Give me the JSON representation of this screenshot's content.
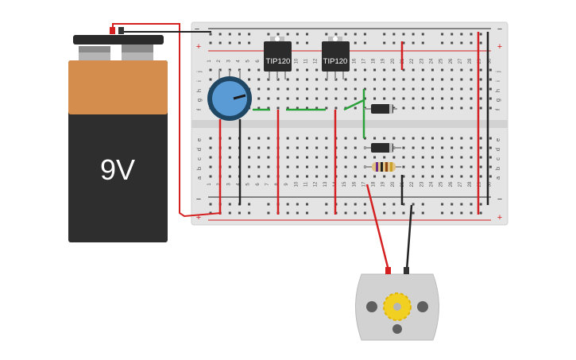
{
  "battery": {
    "label": "9V"
  },
  "transistors": [
    {
      "label": "TIP120"
    },
    {
      "label": "TIP120"
    }
  ],
  "breadboard": {
    "columns": [
      "1",
      "2",
      "3",
      "4",
      "5",
      "6",
      "7",
      "8",
      "9",
      "10",
      "11",
      "12",
      "13",
      "14",
      "15",
      "16",
      "17",
      "18",
      "19",
      "20",
      "21",
      "22",
      "23",
      "24",
      "25",
      "26",
      "27",
      "28",
      "29",
      "30"
    ],
    "rows_top": [
      "j",
      "i",
      "h",
      "g",
      "f"
    ],
    "rows_bottom": [
      "e",
      "d",
      "c",
      "b",
      "a"
    ],
    "rail_minus": "−",
    "rail_plus": "+"
  },
  "colors": {
    "wire_red": "#d42020",
    "wire_black": "#222222",
    "wire_green": "#2aa13a",
    "board": "#e4e4e4",
    "battery_top": "#d58d4e",
    "battery_body": "#2e2e2e",
    "pot_knob": "#5b9bd5",
    "motor_body": "#d2d2d2",
    "motor_gear": "#f2d022"
  }
}
